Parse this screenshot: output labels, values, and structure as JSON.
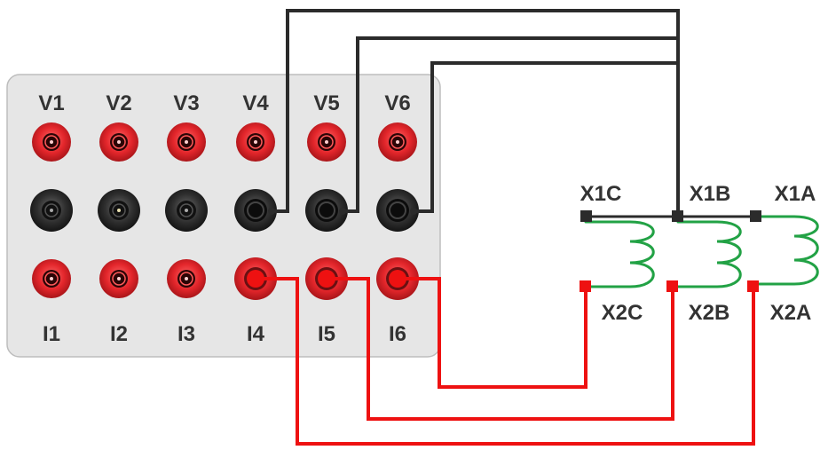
{
  "panel": {
    "voltage_labels": [
      "V1",
      "V2",
      "V3",
      "V4",
      "V5",
      "V6"
    ],
    "current_labels": [
      "I1",
      "I2",
      "I3",
      "I4",
      "I5",
      "I6"
    ]
  },
  "transformer": {
    "primary_labels": [
      "X1C",
      "X1B",
      "X1A"
    ],
    "secondary_labels": [
      "X2C",
      "X2B",
      "X2A"
    ]
  },
  "colors": {
    "panel_bg": "#e6e6e6",
    "terminal_red": "#e3262b",
    "terminal_black": "#2b2b2b",
    "wire_black": "#2b2b2b",
    "wire_red": "#ee1111",
    "winding_green": "#22a245"
  }
}
